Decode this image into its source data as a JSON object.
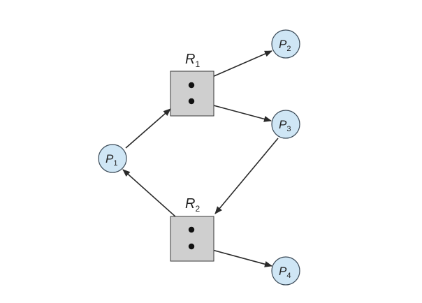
{
  "diagram": {
    "resources": [
      {
        "id": "R1",
        "letter": "R",
        "index": "1",
        "instances": 2
      },
      {
        "id": "R2",
        "letter": "R",
        "index": "2",
        "instances": 2
      }
    ],
    "processes": [
      {
        "id": "P1",
        "letter": "P",
        "index": "1"
      },
      {
        "id": "P2",
        "letter": "P",
        "index": "2"
      },
      {
        "id": "P3",
        "letter": "P",
        "index": "3"
      },
      {
        "id": "P4",
        "letter": "P",
        "index": "4"
      }
    ],
    "edges": [
      {
        "from": "P1",
        "to": "R1",
        "kind": "request"
      },
      {
        "from": "R1",
        "to": "P2",
        "kind": "assignment"
      },
      {
        "from": "R1",
        "to": "P3",
        "kind": "assignment"
      },
      {
        "from": "P3",
        "to": "R2",
        "kind": "request"
      },
      {
        "from": "R2",
        "to": "P1",
        "kind": "assignment"
      },
      {
        "from": "R2",
        "to": "P4",
        "kind": "assignment"
      }
    ],
    "colors": {
      "process_fill": "#cfe6f5",
      "process_stroke": "#3b4a57",
      "resource_fill": "#cfcfcf",
      "edge": "#2a2a2a"
    }
  }
}
